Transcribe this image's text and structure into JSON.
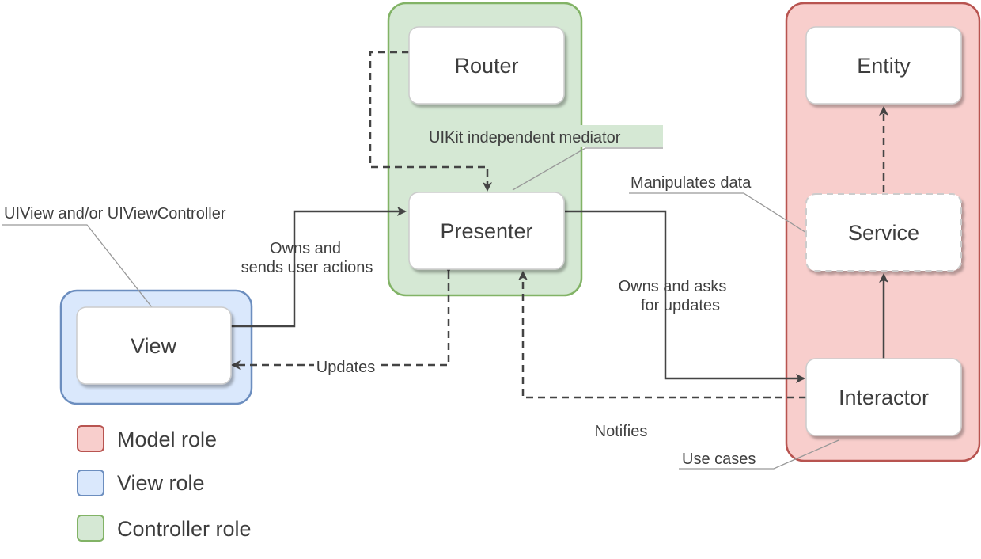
{
  "groups": {
    "controller": {
      "fill": "#d5e8d4",
      "stroke": "#82b366"
    },
    "model": {
      "fill": "#f8cecc",
      "stroke": "#b85450"
    },
    "view": {
      "fill": "#dae8fc",
      "stroke": "#6c8ebf"
    }
  },
  "nodes": {
    "router": "Router",
    "presenter": "Presenter",
    "view": "View",
    "entity": "Entity",
    "service": "Service",
    "interactor": "Interactor"
  },
  "annotations": {
    "mediator": "UIKit independent mediator",
    "uiview": "UIView and/or UIViewController",
    "manipulates": "Manipulates data",
    "use_cases": "Use cases"
  },
  "edges": {
    "owns_sends_line1": "Owns and",
    "owns_sends_line2": "sends user actions",
    "updates": "Updates",
    "owns_asks_line1": "Owns and asks",
    "owns_asks_line2": "for updates",
    "notifies": "Notifies"
  },
  "legend": [
    {
      "label": "Model role",
      "fill": "#f8cecc",
      "stroke": "#b85450"
    },
    {
      "label": "View role",
      "fill": "#dae8fc",
      "stroke": "#6c8ebf"
    },
    {
      "label": "Controller role",
      "fill": "#d5e8d4",
      "stroke": "#82b366"
    }
  ],
  "colors": {
    "arrow": "#444444",
    "leader": "#999999"
  }
}
